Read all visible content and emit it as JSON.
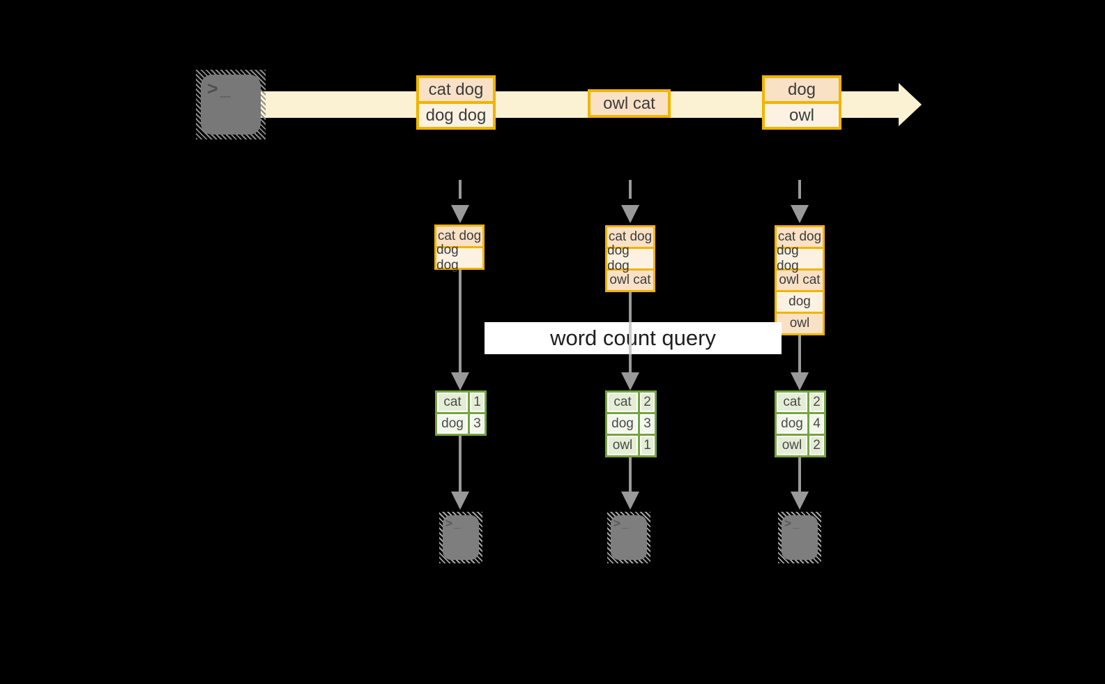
{
  "label": {
    "query": "word count query"
  },
  "terminal": {
    "glyph": ">_"
  },
  "stream": {
    "events": [
      {
        "lines": [
          "cat dog",
          "dog dog"
        ]
      },
      {
        "lines": [
          "owl cat"
        ]
      },
      {
        "lines": [
          "dog",
          "owl"
        ]
      }
    ]
  },
  "columns": [
    {
      "buffer": [
        "cat dog",
        "dog dog"
      ],
      "counts": [
        [
          "cat",
          "1"
        ],
        [
          "dog",
          "3"
        ]
      ]
    },
    {
      "buffer": [
        "cat dog",
        "dog dog",
        "owl cat"
      ],
      "counts": [
        [
          "cat",
          "2"
        ],
        [
          "dog",
          "3"
        ],
        [
          "owl",
          "1"
        ]
      ]
    },
    {
      "buffer": [
        "cat dog",
        "dog dog",
        "owl cat",
        "dog",
        "owl"
      ],
      "counts": [
        [
          "cat",
          "2"
        ],
        [
          "dog",
          "4"
        ],
        [
          "owl",
          "2"
        ]
      ]
    }
  ],
  "colors": {
    "background": "#000000",
    "stream_arrow": "#fbf2d3",
    "box_border": "#f0b400",
    "box_fill_peach": "#f9e1c6",
    "box_fill_cream": "#fdf2e2",
    "table_border": "#74a53e",
    "table_fill_a": "#e4eed6",
    "table_fill_b": "#f2f7eb",
    "arrow_gray": "#999999",
    "terminal_fill": "#787878",
    "label_bg": "#ffffff"
  }
}
